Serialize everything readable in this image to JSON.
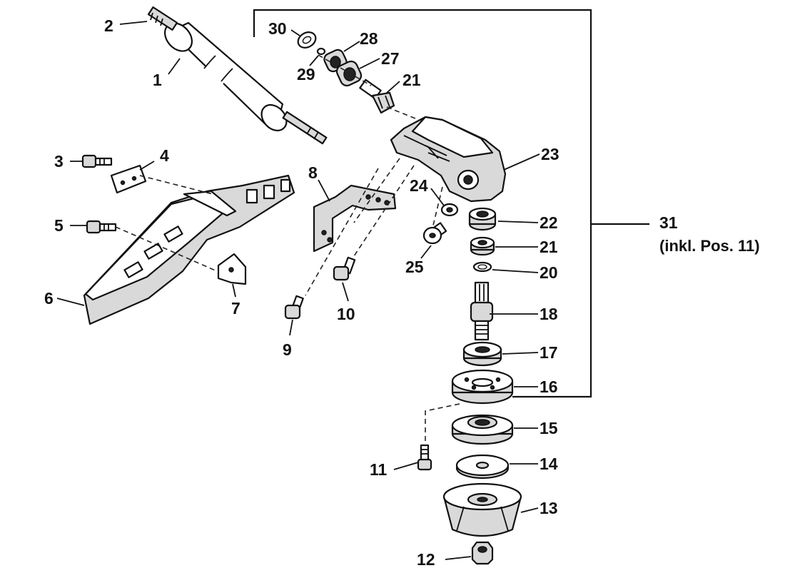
{
  "labels": {
    "p1": "1",
    "p2": "2",
    "p3": "3",
    "p4": "4",
    "p5": "5",
    "p6": "6",
    "p7": "7",
    "p8": "8",
    "p9": "9",
    "p10": "10",
    "p11": "11",
    "p12": "12",
    "p13": "13",
    "p14": "14",
    "p15": "15",
    "p16": "16",
    "p17": "17",
    "p18": "18",
    "p20": "20",
    "p21a": "21",
    "p21b": "21",
    "p22": "22",
    "p23": "23",
    "p24": "24",
    "p25": "25",
    "p27": "27",
    "p28": "28",
    "p29": "29",
    "p30": "30",
    "p31": "31",
    "note31": "(inkl. Pos. 11)"
  }
}
